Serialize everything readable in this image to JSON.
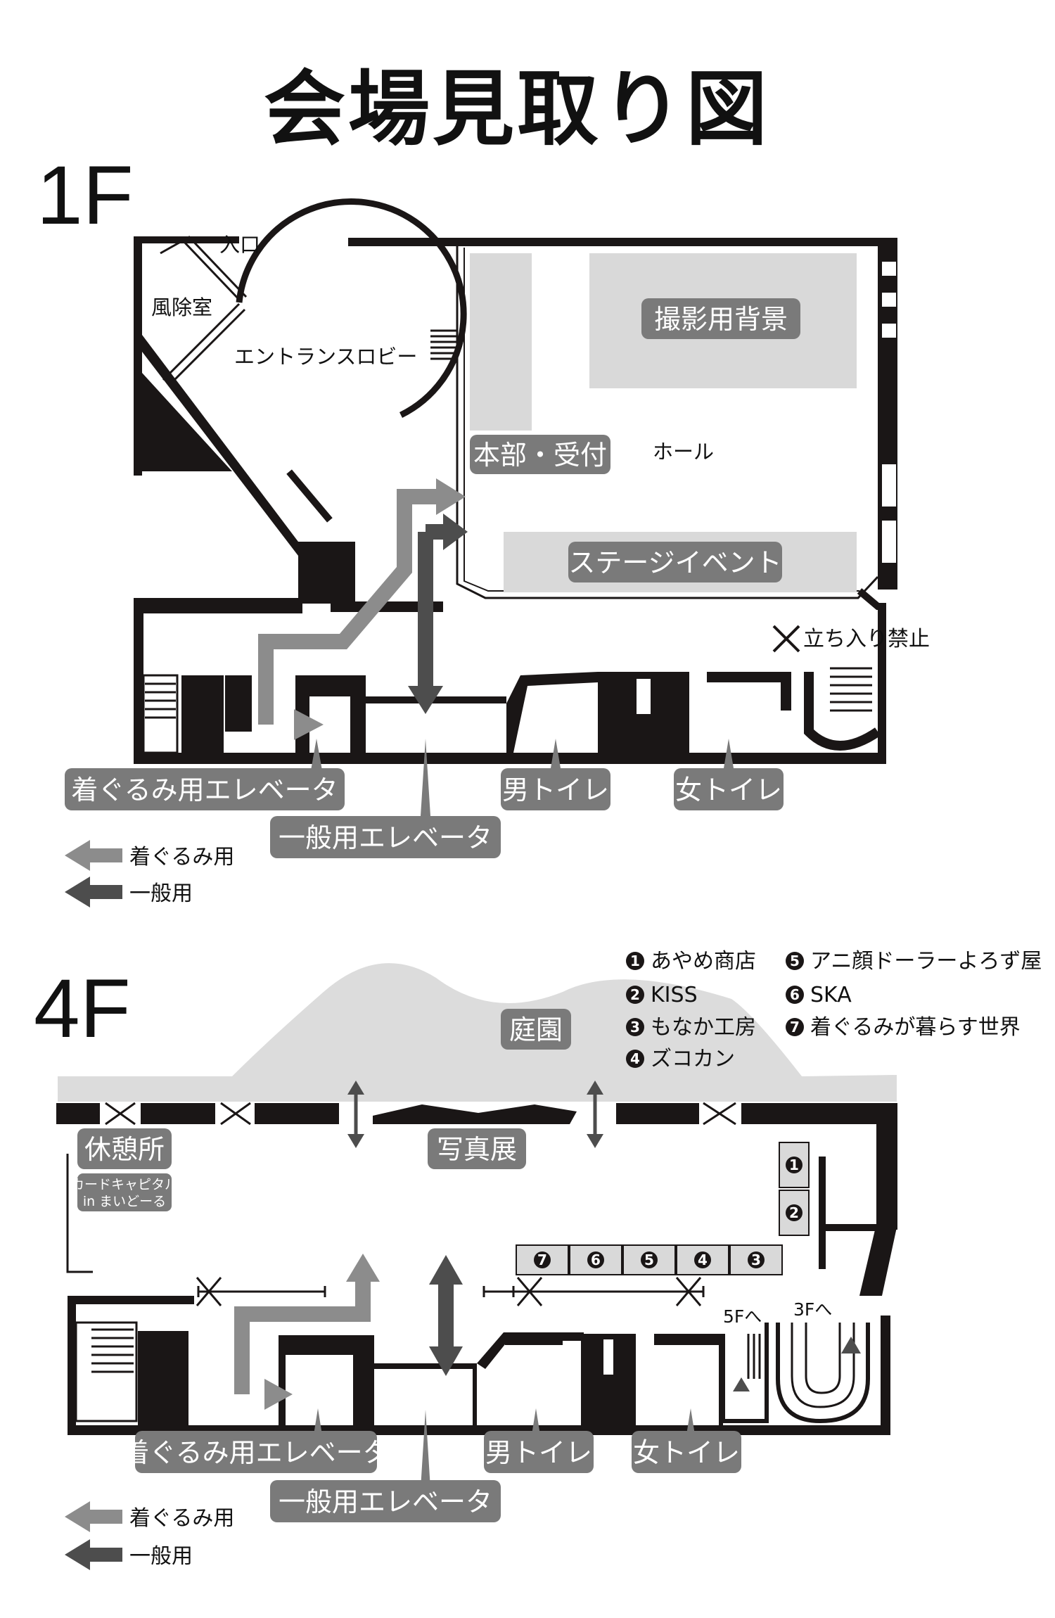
{
  "title": "会場見取り図",
  "colors": {
    "wall": "#1a1616",
    "room_fill": "#d9d9d9",
    "tag_fill": "#7a7a7a",
    "arrow_kigurumi": "#8c8c8c",
    "arrow_general": "#4d4d4d",
    "garden_fill": "#dcdcdc"
  },
  "floor1": {
    "label": "1F",
    "entrance": "入口",
    "windbreak": "風除室",
    "lobby": "エントランスロビー",
    "hall": "ホール",
    "photo_backdrop": "撮影用背景",
    "hq_reception": "本部・受付",
    "stage_event": "ステージイベント",
    "no_entry": "立ち入り禁止",
    "kigurumi_elevator": "着ぐるみ用エレベータ",
    "general_elevator": "一般用エレベータ",
    "mens_toilet": "男トイレ",
    "womens_toilet": "女トイレ"
  },
  "floor4": {
    "label": "4F",
    "garden": "庭園",
    "rest_area": "休憩所",
    "rest_sub_line1": "カードキャピタル",
    "rest_sub_line2": "in まいどーる",
    "photo_exhibition": "写真展",
    "kigurumi_elevator": "着ぐるみ用エレベータ",
    "general_elevator": "一般用エレベータ",
    "mens_toilet": "男トイレ",
    "womens_toilet": "女トイレ",
    "stairs_5f": "5Fへ",
    "stairs_3f": "3Fへ",
    "booths": [
      {
        "num": "1",
        "name": "あやめ商店"
      },
      {
        "num": "2",
        "name": "KISS"
      },
      {
        "num": "3",
        "name": "もなか工房"
      },
      {
        "num": "4",
        "name": "ズコカン"
      },
      {
        "num": "5",
        "name": "アニ顔ドーラーよろず屋"
      },
      {
        "num": "6",
        "name": "SKA"
      },
      {
        "num": "7",
        "name": "着ぐるみが暮らす世界"
      }
    ]
  },
  "legend": {
    "kigurumi": "着ぐるみ用",
    "general": "一般用"
  }
}
